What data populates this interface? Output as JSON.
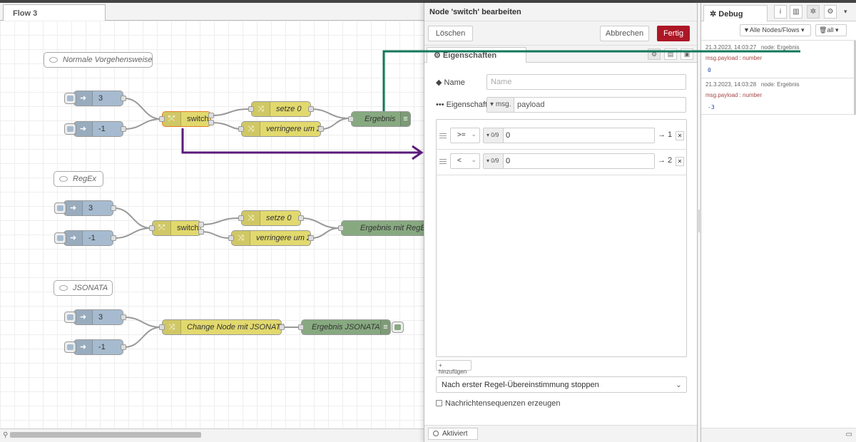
{
  "workspace": {
    "tab": "Flow 3",
    "groups": [
      {
        "comment": "Normale Vorgehensweise",
        "inject_values": [
          "3",
          "-1"
        ],
        "switch_label": "switch",
        "change_labels": [
          "setze 0",
          "verringere um 2"
        ],
        "debug_label": "Ergebnis"
      },
      {
        "comment": "RegEx",
        "inject_values": [
          "3",
          "-1"
        ],
        "switch_label": "switch",
        "change_labels": [
          "setze 0",
          "verringere um 2"
        ],
        "debug_label": "Ergebnis mit RegEx"
      },
      {
        "comment": "JSONATA",
        "inject_values": [
          "3",
          "-1"
        ],
        "change_label": "Change Node mit JSONATA",
        "debug_label": "Ergebnis JSONATA"
      }
    ]
  },
  "editor": {
    "title": "Node 'switch' bearbeiten",
    "delete": "Löschen",
    "cancel": "Abbrechen",
    "done": "Fertig",
    "tab_properties": "Eigenschaften",
    "name_label": "Name",
    "name_placeholder": "Name",
    "property_label": "Eigenschaft",
    "property_prefix": "msg.",
    "property_value": "payload",
    "rules": [
      {
        "operator": ">=",
        "type": "0/9",
        "value": "0",
        "output": "→ 1"
      },
      {
        "operator": "<",
        "type": "0/9",
        "value": "0",
        "output": "→ 2"
      }
    ],
    "add_button": "hinzufügen",
    "check_all": "Nach erster Regel-Übereinstimmung stoppen",
    "sequences_label": "Nachrichtensequenzen erzeugen",
    "footer_status": "Aktiviert"
  },
  "sidebar": {
    "tab": "Debug",
    "filter_button": "Alle Nodes/Flows",
    "clear_button": "all",
    "messages": [
      {
        "time": "21.3.2023, 14:03:27",
        "node": "node: Ergebnis",
        "topic": "msg.payload : number",
        "value": "0"
      },
      {
        "time": "21.3.2023, 14:03:28",
        "node": "node: Ergebnis",
        "topic": "msg.payload : number",
        "value": "-3"
      }
    ]
  },
  "colors": {
    "accent": "#ad1625",
    "inject": "#a6bbcf",
    "function": "#e2d96e",
    "debug": "#87a980",
    "annotation_purple": "#5b1a7a",
    "annotation_green": "#13775a"
  }
}
